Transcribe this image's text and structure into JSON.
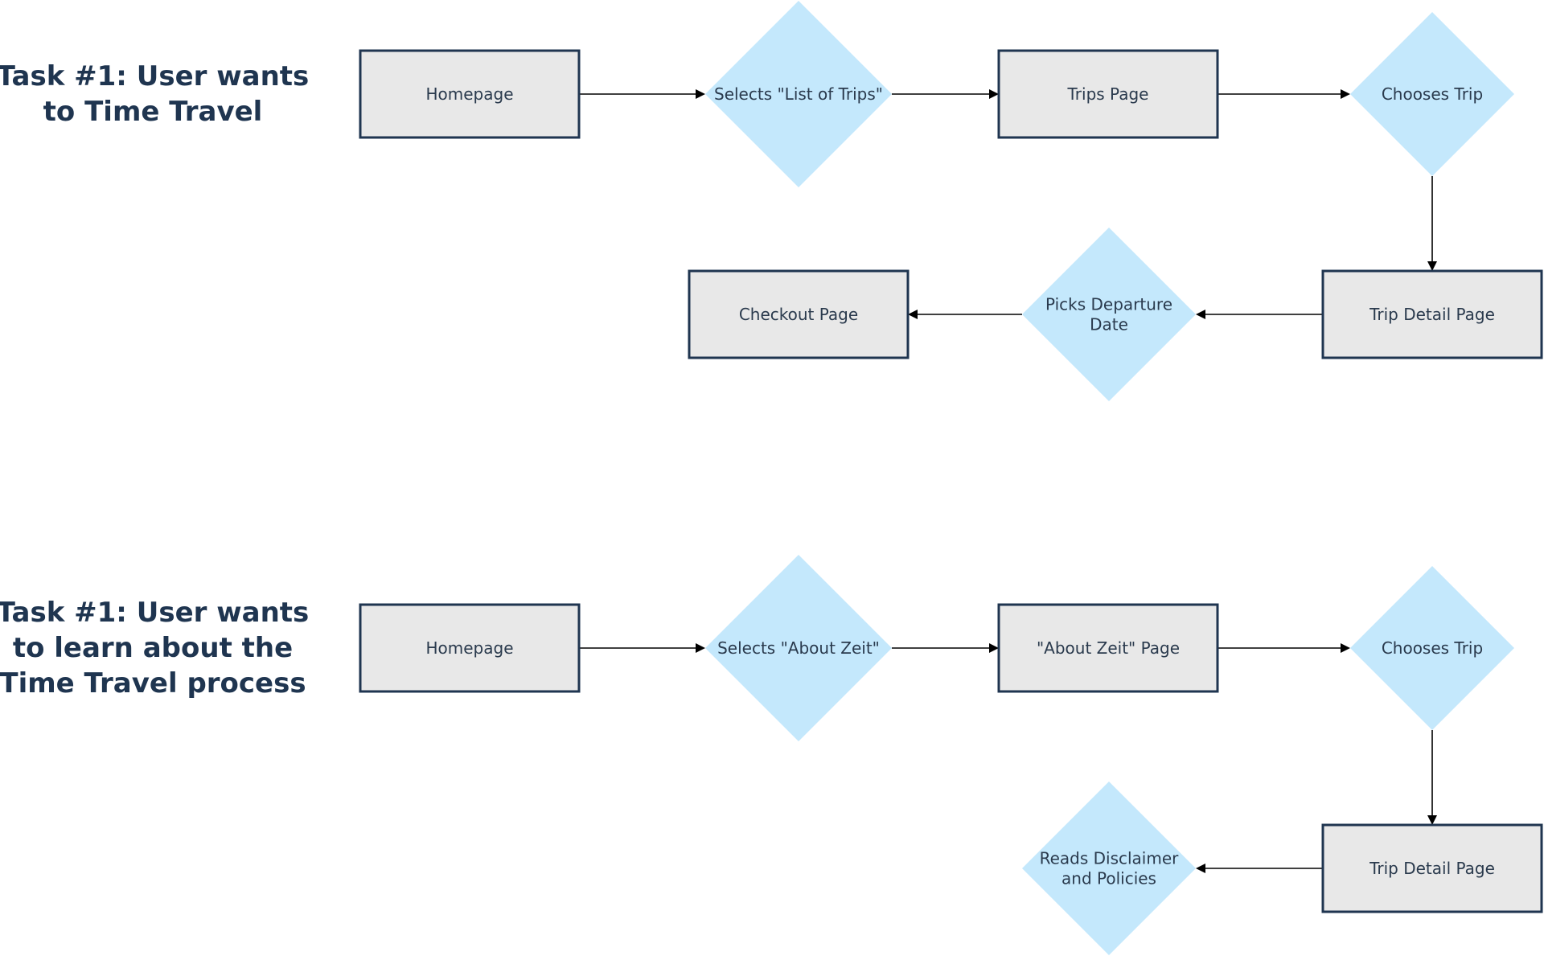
{
  "flows": [
    {
      "title_lines": [
        "Task #1: User wants",
        "to Time Travel"
      ],
      "nodes": [
        {
          "id": "homepage",
          "shape": "page",
          "lines": [
            "Homepage"
          ]
        },
        {
          "id": "selects-list-of-trips",
          "shape": "decision",
          "lines": [
            "Selects \"List of Trips\""
          ]
        },
        {
          "id": "trips-page",
          "shape": "page",
          "lines": [
            "Trips Page"
          ]
        },
        {
          "id": "chooses-trip",
          "shape": "decision",
          "lines": [
            "Chooses Trip"
          ]
        },
        {
          "id": "trip-detail-page",
          "shape": "page",
          "lines": [
            "Trip Detail Page"
          ]
        },
        {
          "id": "picks-departure-date",
          "shape": "decision",
          "lines": [
            "Picks Departure",
            "Date"
          ]
        },
        {
          "id": "checkout-page",
          "shape": "page",
          "lines": [
            "Checkout Page"
          ]
        }
      ],
      "edges": [
        [
          "homepage",
          "selects-list-of-trips"
        ],
        [
          "selects-list-of-trips",
          "trips-page"
        ],
        [
          "trips-page",
          "chooses-trip"
        ],
        [
          "chooses-trip",
          "trip-detail-page"
        ],
        [
          "trip-detail-page",
          "picks-departure-date"
        ],
        [
          "picks-departure-date",
          "checkout-page"
        ]
      ]
    },
    {
      "title_lines": [
        "Task #1: User wants",
        "to learn about the",
        "Time Travel process"
      ],
      "nodes": [
        {
          "id": "homepage",
          "shape": "page",
          "lines": [
            "Homepage"
          ]
        },
        {
          "id": "selects-about-zeit",
          "shape": "decision",
          "lines": [
            "Selects \"About Zeit\""
          ]
        },
        {
          "id": "about-zeit-page",
          "shape": "page",
          "lines": [
            "\"About Zeit\" Page"
          ]
        },
        {
          "id": "chooses-trip",
          "shape": "decision",
          "lines": [
            "Chooses Trip"
          ]
        },
        {
          "id": "trip-detail-page",
          "shape": "page",
          "lines": [
            "Trip Detail Page"
          ]
        },
        {
          "id": "reads-disclaimer-and-policies",
          "shape": "decision",
          "lines": [
            "Reads Disclaimer",
            "and Policies"
          ]
        }
      ],
      "edges": [
        [
          "homepage",
          "selects-about-zeit"
        ],
        [
          "selects-about-zeit",
          "about-zeit-page"
        ],
        [
          "about-zeit-page",
          "chooses-trip"
        ],
        [
          "chooses-trip",
          "trip-detail-page"
        ],
        [
          "trip-detail-page",
          "reads-disclaimer-and-policies"
        ]
      ]
    }
  ],
  "colors": {
    "page_fill": "#e8e8e8",
    "page_stroke": "#1f3550",
    "decision_fill": "#c4e8fc",
    "title_text": "#1f3550",
    "label_text": "#2a3a4d",
    "edge": "#000000"
  }
}
